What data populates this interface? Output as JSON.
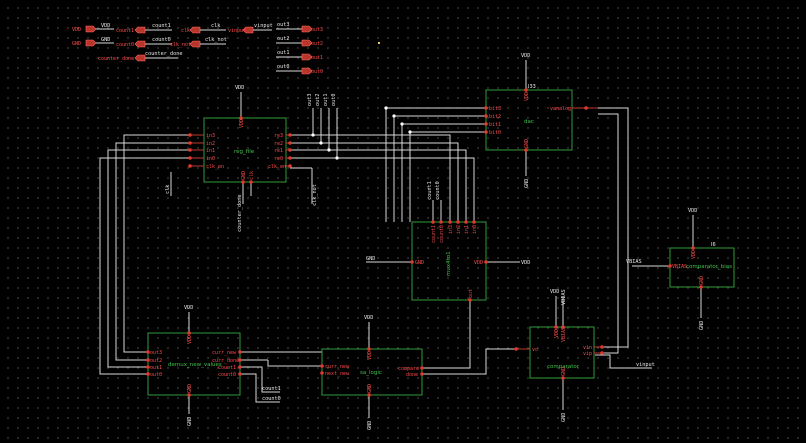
{
  "io_pins": [
    {
      "pin": "VDD",
      "net": "VDD"
    },
    {
      "pin": "GND",
      "net": "GND"
    },
    {
      "pin": "count1",
      "net": "count1"
    },
    {
      "pin": "count0",
      "net": "count0"
    },
    {
      "pin": "counter_done",
      "net": "counter_done"
    },
    {
      "pin": "clk",
      "net": "clk"
    },
    {
      "pin": "clk_not",
      "net": "clk_not"
    },
    {
      "pin": "vinput",
      "net": "vinput"
    },
    {
      "pin": "out3",
      "net": "out3"
    },
    {
      "pin": "out2",
      "net": "out2"
    },
    {
      "pin": "out1",
      "net": "out1"
    },
    {
      "pin": "out0",
      "net": "out0"
    }
  ],
  "instances": {
    "reg_file": {
      "name": "reg_file",
      "left_pins": [
        "in3",
        "in2",
        "in1",
        "in0",
        "clk_en"
      ],
      "right_pins": [
        "re3",
        "re2",
        "re1",
        "re0",
        "clk_en"
      ],
      "top_pin": "VDD",
      "bottom_pins": [
        "GND",
        "clk"
      ]
    },
    "dac": {
      "name": "dac",
      "left_pins": [
        "bit3",
        "bit2",
        "bit1",
        "bit0"
      ],
      "right_pin": "vanalog",
      "top_pin": "VDD",
      "bottom_pin": "GND",
      "id": "I33"
    },
    "mux": {
      "name": "mux4to1",
      "top_pins": [
        "count1",
        "count0",
        "in3",
        "in2",
        "in1",
        "in0"
      ],
      "left_pin": "GND",
      "right_pin": "VDD",
      "bottom_pin": "out"
    },
    "demux": {
      "name": "demux_new_values",
      "left_pins": [
        "out3",
        "out2",
        "out1",
        "out0"
      ],
      "right_pins": [
        "curr_new",
        "curr_done",
        "count1",
        "count0"
      ],
      "top_pin": "VDD",
      "bottom_pin": "GND"
    },
    "sa_logic": {
      "name": "sa_logic",
      "left_pins": [
        "curr_new",
        "next_new"
      ],
      "right_pins": [
        "compare",
        "done"
      ],
      "top_pin": "VDD",
      "bottom_pin": "GND"
    },
    "comparator": {
      "name": "comparator",
      "left_pin": "vo",
      "right_pins": [
        "vin",
        "vip"
      ],
      "top_pins": [
        "VDD",
        "VBIAS"
      ],
      "bottom_pin": "GND"
    },
    "bias": {
      "name": "comparator_bias",
      "left_pin": "VBIAS",
      "top_pin": "VDD",
      "bottom_pin": "GND",
      "id": "I6"
    }
  },
  "net_labels": {
    "vdd": "VDD",
    "gnd": "GND",
    "clk": "clk",
    "clk_not": "clk_not",
    "counter_done": "counter_done",
    "count1": "count1",
    "count0": "count0",
    "vbias": "VBIAS",
    "vinput": "vinput",
    "out3": "out3",
    "out2": "out2",
    "out1": "out1",
    "out0": "out0"
  },
  "colors": {
    "background": "#000000",
    "wire": "#d8d8d8",
    "instance_box": "#2f9b3a",
    "pin_dot": "#e03a2f",
    "pin_label": "#ff4b4b",
    "instance_name": "#3fc24a"
  }
}
